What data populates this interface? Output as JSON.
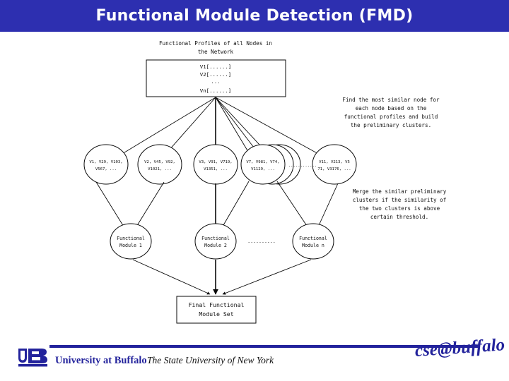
{
  "slide": {
    "title": "Functional Module Detection (FMD)",
    "title_bar_color": "#2d2fb0"
  },
  "diagram": {
    "top_caption_line1": "Functional Profiles of all Nodes in",
    "top_caption_line2": "the Network",
    "profiles_box": {
      "lines": [
        "V1[......]",
        "V2[......]",
        "...",
        "Vn[......]"
      ]
    },
    "annotation_step1": {
      "line1": "Find the most similar node for",
      "line2": "each node based on the",
      "line3": "functional profiles and build",
      "line4": "the preliminary clusters."
    },
    "annotation_step2": {
      "line1": "Merge the similar preliminary",
      "line2": "clusters if the similarity of",
      "line3": "the two clusters is above",
      "line4": "certain threshold."
    },
    "preliminary_clusters": [
      {
        "line1": "V1, V29, V103,",
        "line2": "V567, ..."
      },
      {
        "line1": "V2, V45, V92,",
        "line2": "V1021, ..."
      },
      {
        "line1": "V3, V91, V719,",
        "line2": "V1351, ..."
      },
      {
        "line1": "V7, V981, V74,",
        "line2": "V1129, ..."
      },
      {
        "line1": "V11, V213, V5",
        "line2": "71, V3176, ..."
      }
    ],
    "cluster_ellipsis": "............",
    "modules": [
      {
        "line1": "Functional",
        "line2": "Module 1"
      },
      {
        "line1": "Functional",
        "line2": "Module 2"
      },
      {
        "line1": "Functional",
        "line2": "Module n"
      }
    ],
    "module_ellipsis": "..........",
    "final_box": {
      "line1": "Final Functional",
      "line2": "Module Set"
    }
  },
  "footer": {
    "university": "University at Buffalo",
    "tagline": "The State University of New York",
    "mark": "cse@buffalo",
    "accent_color": "#23239c",
    "logo_text": "UB"
  }
}
